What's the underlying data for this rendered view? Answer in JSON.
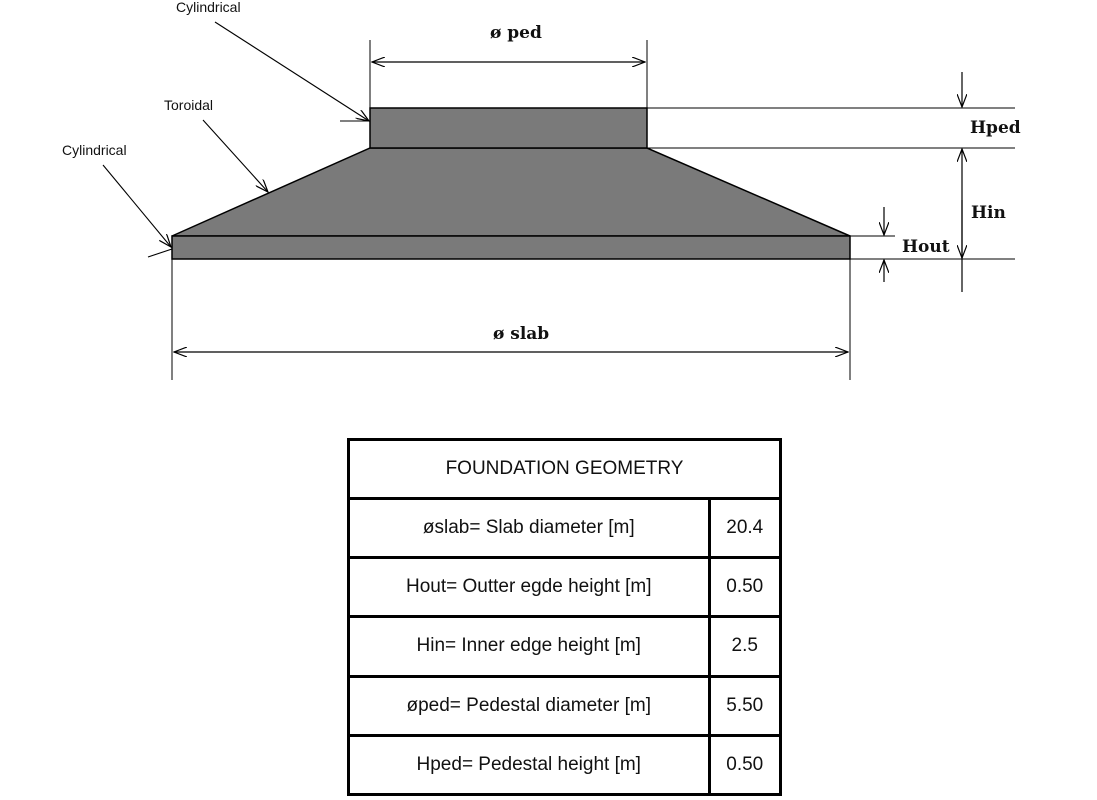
{
  "diagram": {
    "labels": {
      "cylindrical_top": "Cylindrical",
      "toroidal": "Toroidal",
      "cylindrical_side": "Cylindrical",
      "ped_diameter": "ø ped",
      "slab_diameter": "ø slab",
      "hped": "Hped",
      "hin": "Hin",
      "hout": "Hout"
    },
    "colors": {
      "fill": "#7a7a7a",
      "stroke": "#000000"
    }
  },
  "table": {
    "title": "FOUNDATION GEOMETRY",
    "rows": [
      {
        "label": "øslab= Slab diameter [m]",
        "value": "20.4"
      },
      {
        "label": "Hout= Outter egde height [m]",
        "value": "0.50"
      },
      {
        "label": "Hin= Inner edge height [m]",
        "value": "2.5"
      },
      {
        "label": "øped= Pedestal diameter [m]",
        "value": "5.50"
      },
      {
        "label": "Hped= Pedestal height [m]",
        "value": "0.50"
      }
    ]
  }
}
